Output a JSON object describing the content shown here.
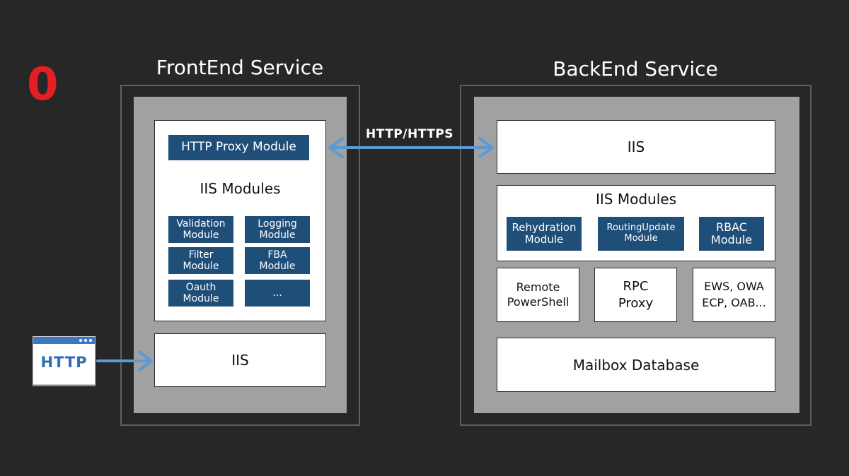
{
  "slide": {
    "number": "0"
  },
  "frontend": {
    "title": "FrontEnd Service",
    "proxy_module": "HTTP Proxy Module",
    "modules_title": "IIS Modules",
    "modules": {
      "validation": "Validation\nModule",
      "logging": "Logging\nModule",
      "filter": "Filter\nModule",
      "fba": "FBA\nModule",
      "oauth": "Oauth\nModule",
      "more": "..."
    },
    "iis": "IIS"
  },
  "backend": {
    "title": "BackEnd Service",
    "iis": "IIS",
    "modules_title": "IIS Modules",
    "modules": {
      "rehydration": "Rehydration\nModule",
      "routing_update": "RoutingUpdate\nModule",
      "rbac": "RBAC\nModule"
    },
    "remote_powershell": "Remote\nPowerShell",
    "rpc_proxy": "RPC\nProxy",
    "ews": "EWS, OWA\nECP, OAB...",
    "mailbox_db": "Mailbox Database"
  },
  "connection": {
    "protocol": "HTTP/HTTPS"
  },
  "client": {
    "icon_label": "HTTP"
  },
  "colors": {
    "background": "#272727",
    "module_blue": "#1f4e79",
    "arrow_blue": "#5b9bd5",
    "slide_number_red": "#e31e24",
    "panel_gray": "#a1a1a1"
  }
}
